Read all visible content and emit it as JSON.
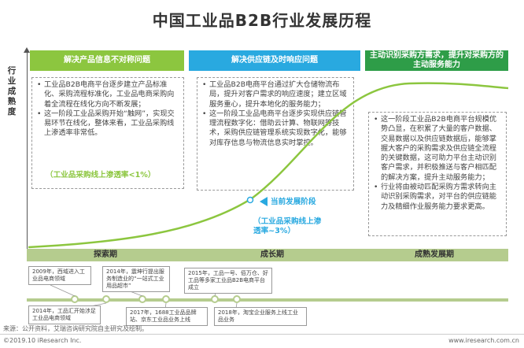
{
  "title": "中国工业品B2B行业发展历程",
  "y_axis_label": "行业成熟度",
  "panels": [
    {
      "header": "解决产品信息不对称问题",
      "color": "#8cc63f",
      "items": [
        "工业品B2B电商平台逐步建立产品标准化、采购流程标准化，工业品电商采购向着全流程在线化方向不断发展；",
        "这一阶段工业品采购开始“触网”，实现交易环节在线化，整体来看，工业品采购线上渗透率非常低。"
      ],
      "note": "（工业品采购线上渗透率<1%）"
    },
    {
      "header": "解决供应链及时响应问题",
      "color": "#29a9e0",
      "items": [
        "工业品B2B电商平台通过扩大仓储物流布局，提升对客户需求的响应速度；建立区域服务重心，提升本地化的服务能力；",
        "这一阶段工业品电商平台逐步实现供应链管理流程数字化：借助云计算、物联网等技术，采购供应链管理系统实现数字化，能够对库存信息与物流信息实时掌控。"
      ],
      "current_stage": "当前发展阶段",
      "note": "（工业品采购线上渗透率~3%）"
    },
    {
      "header": "主动识别采购方需求，提升对采购方的主动服务能力",
      "color": "#2e9d48",
      "items": [
        "这一阶段工业品B2B电商平台规模优势凸显，在积累了大量的客户数据、交易数据以及供应链数据后，能够掌握大客户的采购需求及供应链全流程的关键数据，这可助力平台主动识别客户需求，并积极推送与客户相匹配的解决方案，提升主动服务能力；",
        "行业将由被动匹配采购方需求转向主动识别采购需求，对平台的供应链能力及精细作业服务能力要求更高。"
      ]
    }
  ],
  "phases": [
    "探索期",
    "成长期",
    "成熟发展期"
  ],
  "events_top": [
    "2009年，西域进入工业品电商领域",
    "2014年，震坤行提出服务制造业的“一站式工业用品超市”",
    "2015年，工品一号、佰万仓、好工品等多家工业品B2B电商平台成立"
  ],
  "events_bottom": [
    "2014年，工品汇开始涉足工业品电商领域",
    "2017年，1688工业品品牌站、京东工业品业务上线",
    "2018年，淘宝企业服务上线工业品业务"
  ],
  "source": "来源：公开资料，艾瑞咨询研究院自主研究及绘制。",
  "copyright": "©2019.10 iResearch Inc.",
  "website": "www.iresearch.com.cn"
}
